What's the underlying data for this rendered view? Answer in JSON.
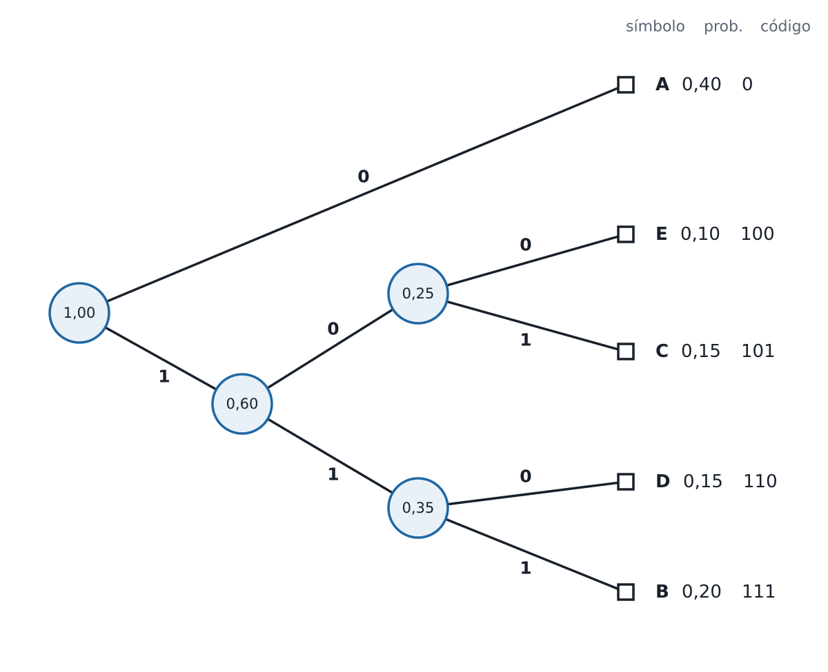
{
  "headers": {
    "symbol": "símbolo",
    "prob": "prob.",
    "code": "código"
  },
  "nodes": [
    {
      "id": "root",
      "label": "1,00"
    },
    {
      "id": "n060",
      "label": "0,60"
    },
    {
      "id": "n025",
      "label": "0,25"
    },
    {
      "id": "n035",
      "label": "0,35"
    }
  ],
  "leaves": [
    {
      "symbol": "A",
      "prob": "0,40",
      "code": "0"
    },
    {
      "symbol": "E",
      "prob": "0,10",
      "code": "100"
    },
    {
      "symbol": "C",
      "prob": "0,15",
      "code": "101"
    },
    {
      "symbol": "D",
      "prob": "0,15",
      "code": "110"
    },
    {
      "symbol": "B",
      "prob": "0,20",
      "code": "111"
    }
  ],
  "edges": [
    {
      "from": "root",
      "to": "A",
      "bit": "0"
    },
    {
      "from": "root",
      "to": "n060",
      "bit": "1"
    },
    {
      "from": "n060",
      "to": "n025",
      "bit": "0"
    },
    {
      "from": "n060",
      "to": "n035",
      "bit": "1"
    },
    {
      "from": "n025",
      "to": "E",
      "bit": "0"
    },
    {
      "from": "n025",
      "to": "C",
      "bit": "1"
    },
    {
      "from": "n035",
      "to": "D",
      "bit": "0"
    },
    {
      "from": "n035",
      "to": "B",
      "bit": "1"
    }
  ],
  "colors": {
    "node_fill": "#e8f0f8",
    "node_stroke": "#1f66a3",
    "line": "#18202b",
    "header_text": "#5b6574"
  }
}
